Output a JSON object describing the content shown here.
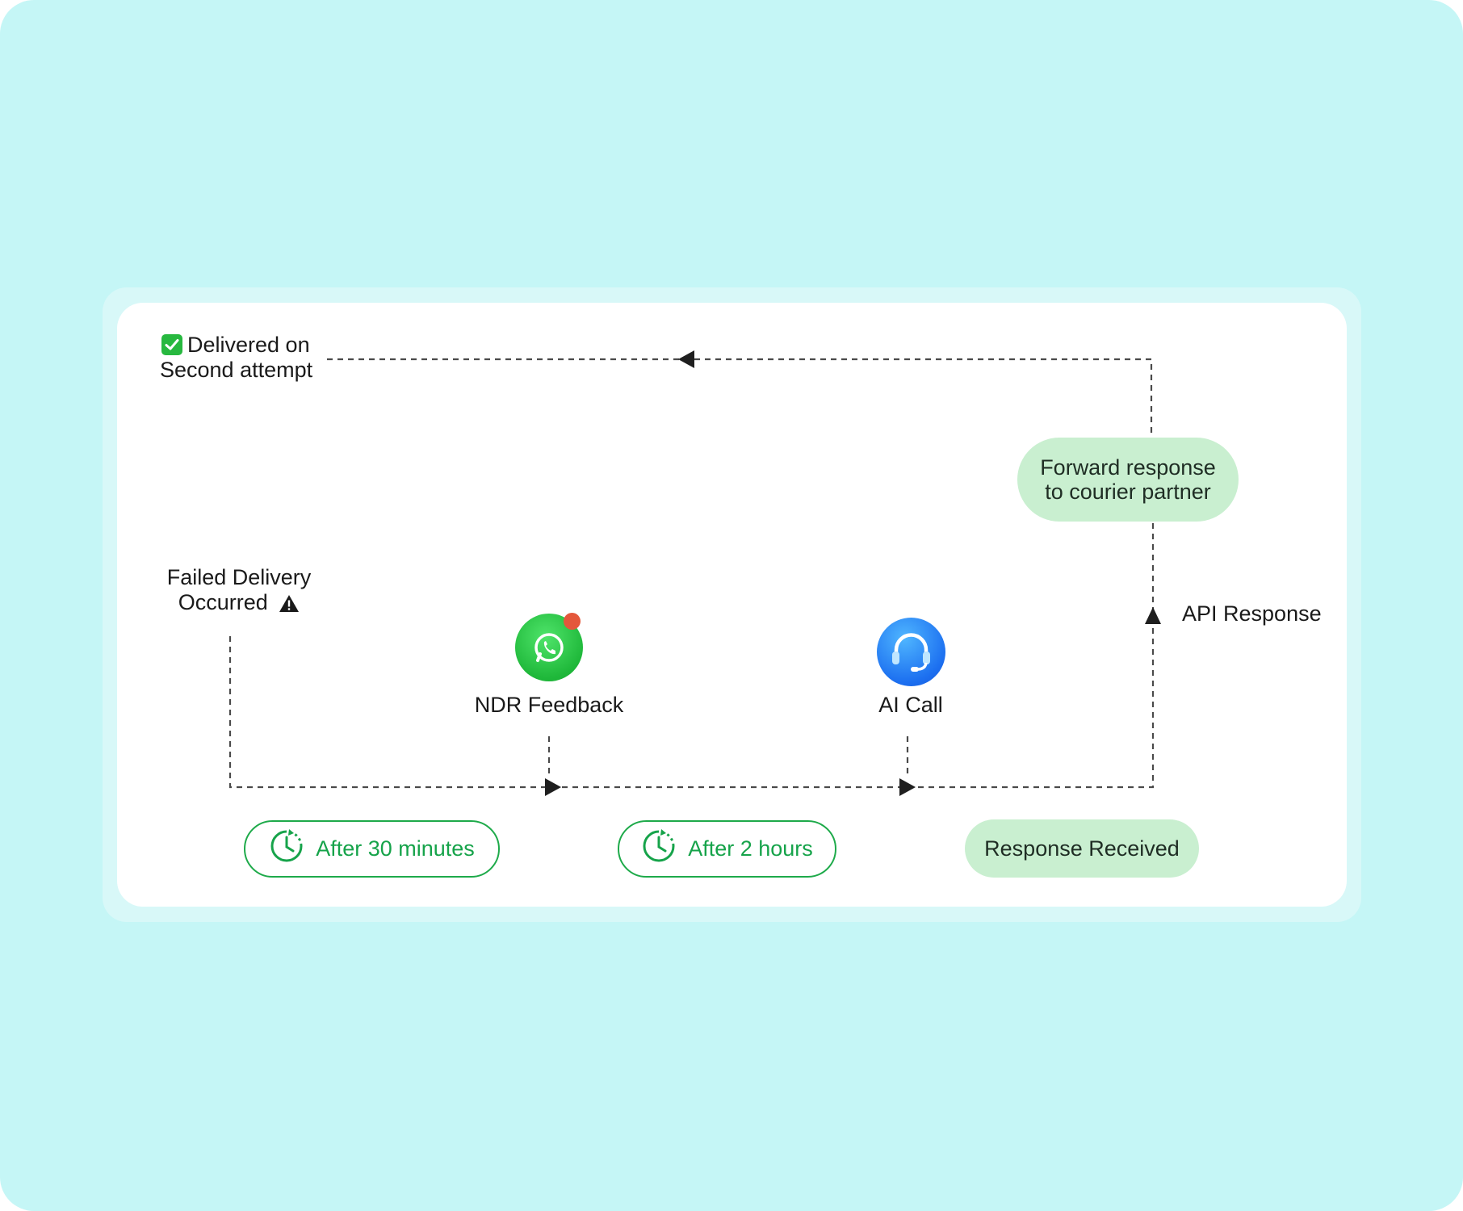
{
  "nodes": {
    "delivered": {
      "line1": "Delivered on",
      "line2": "Second attempt"
    },
    "failed": {
      "line1": "Failed Delivery",
      "line2": "Occurred"
    },
    "ndr": {
      "label": "NDR Feedback"
    },
    "ai_call": {
      "label": "AI Call"
    },
    "forward": {
      "line1": "Forward response",
      "line2": "to courier partner"
    },
    "api_response": {
      "label": "API Response"
    },
    "response_received": {
      "label": "Response Received"
    }
  },
  "timers": [
    {
      "label": "After 30 minutes"
    },
    {
      "label": "After 2 hours"
    }
  ],
  "colors": {
    "page_background": "#c5f6f6",
    "card": "#ffffff",
    "green_accent": "#16a34a",
    "pill_fill": "#c9efd0",
    "whatsapp_green": "#25d366",
    "ai_blue": "#1c6ff0",
    "notification_red": "#e4573b"
  },
  "icons": [
    "check-icon",
    "warning-icon",
    "whatsapp-icon",
    "headset-icon",
    "clock-icon"
  ]
}
